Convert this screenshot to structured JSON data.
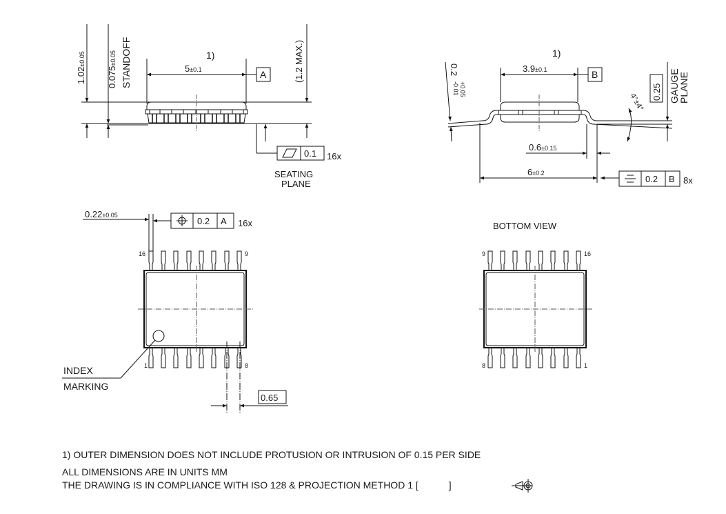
{
  "drawing": {
    "title": "PG-TSSOP-16 package outline",
    "side_view_left": {
      "dim_height": {
        "value": "1.02",
        "tol": "±0.05"
      },
      "dim_standoff": {
        "value": "0.075",
        "tol": "±0.05",
        "label": "STANDOFF"
      },
      "dim_length": {
        "value": "5",
        "tol": "±0.1",
        "note_ref": "1)"
      },
      "datum": "A",
      "dim_max_height": "(1.2 MAX.)",
      "flatness_frame": {
        "symbol": "flatness",
        "value": "0.1",
        "count": "16x"
      },
      "seating_plane_label_1": "SEATING",
      "seating_plane_label_2": "PLANE"
    },
    "side_view_right": {
      "dim_lead_thickness": {
        "value": "0.2",
        "tol_plus": "+0.05",
        "tol_minus": "-0.01"
      },
      "dim_body_width": {
        "value": "3.9",
        "tol": "±0.1",
        "note_ref": "1)"
      },
      "datum": "B",
      "gauge_value": "0.25",
      "gauge_label_1": "GAUGE",
      "gauge_label_2": "PLANE",
      "angle": "4°±4°",
      "dim_foot": {
        "value": "0.6",
        "tol": "±0.15"
      },
      "dim_overall": {
        "value": "6",
        "tol": "±0.2"
      },
      "symmetry_frame": {
        "symbol": "symmetry",
        "value": "0.2",
        "datum": "B",
        "count": "8x"
      }
    },
    "top_view": {
      "dim_lead_width": {
        "value": "0.22",
        "tol": "±0.05"
      },
      "position_frame": {
        "symbol": "position",
        "value": "0.2",
        "datum": "A",
        "count": "16x"
      },
      "pin_labels": {
        "top_left": "16",
        "top_right": "9",
        "bottom_left": "1",
        "bottom_right": "8"
      },
      "index_label_1": "INDEX",
      "index_label_2": "MARKING",
      "pitch": "0.65"
    },
    "bottom_view": {
      "title": "BOTTOM VIEW",
      "pin_labels": {
        "top_left": "9",
        "top_right": "16",
        "bottom_left": "8",
        "bottom_right": "1"
      }
    },
    "notes": {
      "line1": "1) OUTER DIMENSION DOES NOT INCLUDE PROTUSION OR INTRUSION OF 0.15 PER SIDE",
      "line2": "ALL DIMENSIONS ARE IN UNITS MM",
      "line3": "THE DRAWING IS IN COMPLIANCE WITH ISO 128 & PROJECTION METHOD 1 [",
      "line3_end": "]"
    }
  }
}
